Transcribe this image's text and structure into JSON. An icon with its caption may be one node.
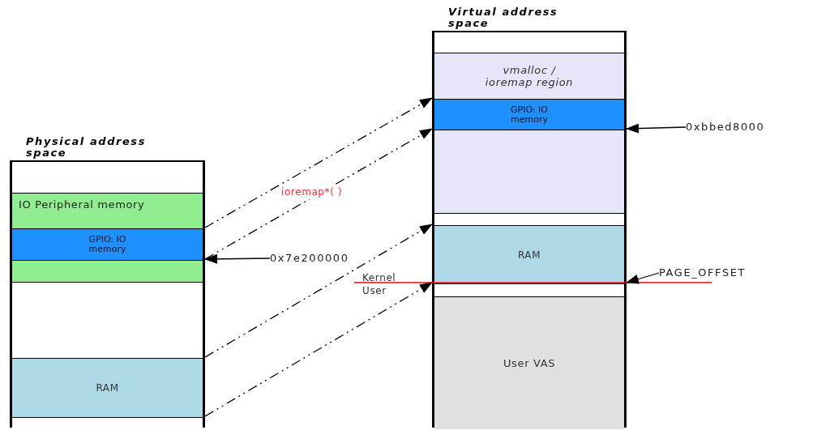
{
  "diagram": {
    "nodes": [
      {
        "text": [
          "Physical address space"
        ]
      },
      {
        "text": [],
        "shape": "box",
        "in": 0
      },
      {
        "text": [
          "IO Peripheral memory"
        ],
        "in": 0
      },
      {
        "text": [
          "GPIO: IO memory"
        ],
        "in": 0
      },
      {
        "text": [],
        "shape": "box",
        "in": 0
      },
      {
        "text": [],
        "shape": "box",
        "in": 0
      },
      {
        "text": [
          "RAM"
        ],
        "in": 0
      },
      {
        "text": [],
        "shape": "box",
        "in": 0
      },
      {
        "text": [
          "Virtual address space"
        ]
      },
      {
        "text": [],
        "shape": "box",
        "in": 8
      },
      {
        "text": [
          "vmalloc / ioremap region"
        ],
        "in": 8
      },
      {
        "text": [
          "GPIO: IO memory"
        ],
        "in": 8
      },
      {
        "text": [],
        "shape": "box",
        "in": 8
      },
      {
        "text": [],
        "shape": "box",
        "in": 8
      },
      {
        "text": [
          "RAM"
        ],
        "in": 8
      },
      {
        "text": [],
        "shape": "box",
        "in": 8
      },
      {
        "text": [
          "User VAS"
        ],
        "in": 8
      },
      {
        "text": [
          "0x7e200000"
        ]
      },
      {
        "text": [
          "0xbbed8000"
        ]
      },
      {
        "text": [
          "PAGE_OFFSET"
        ]
      }
    ],
    "edges": [
      {
        "from": 3,
        "to": 11,
        "arrow": "to",
        "style": "dashed"
      },
      {
        "from": 3,
        "to": 11,
        "arrow": "to",
        "style": "dashed",
        "label": "ioremap*( )"
      },
      {
        "from": 6,
        "to": 14,
        "arrow": "to",
        "style": "dashed"
      },
      {
        "from": 6,
        "to": 14,
        "arrow": "to",
        "style": "dashed"
      },
      {
        "from": 17,
        "to": 3,
        "arrow": "to"
      },
      {
        "from": 18,
        "to": 11,
        "arrow": "to"
      },
      {
        "from": 19,
        "to": 14,
        "arrow": "to"
      }
    ],
    "labels": [
      "Kernel",
      "User"
    ]
  }
}
